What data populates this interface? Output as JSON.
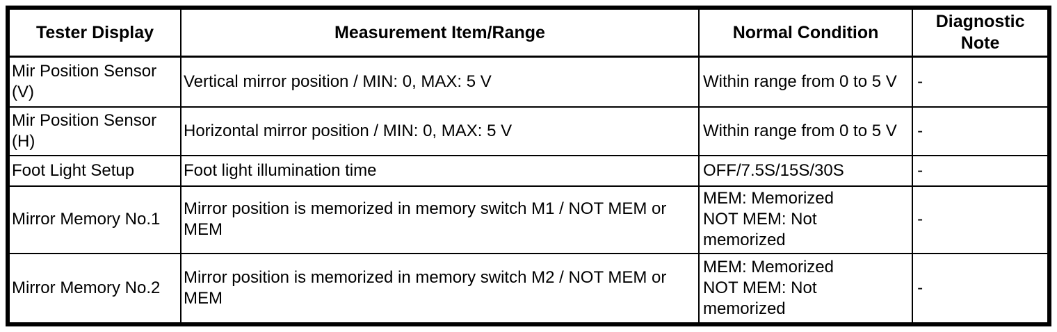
{
  "colors": {
    "border": "#000000",
    "background": "#ffffff",
    "text": "#000000"
  },
  "table": {
    "headers": [
      "Tester Display",
      "Measurement Item/Range",
      "Normal Condition",
      "Diagnostic\nNote"
    ],
    "rows": [
      {
        "tester_display": "Mir Position Sensor\n(V)",
        "measurement_item_range": "Vertical mirror position / MIN: 0, MAX: 5 V",
        "normal_condition": "Within range from 0 to 5 V",
        "diagnostic_note": "-"
      },
      {
        "tester_display": "Mir Position Sensor\n(H)",
        "measurement_item_range": "Horizontal mirror position / MIN: 0, MAX: 5 V",
        "normal_condition": "Within range from 0 to 5 V",
        "diagnostic_note": "-"
      },
      {
        "tester_display": "Foot Light Setup",
        "measurement_item_range": "Foot light illumination time",
        "normal_condition": "OFF/7.5S/15S/30S",
        "diagnostic_note": "-"
      },
      {
        "tester_display": "Mirror Memory No.1",
        "measurement_item_range": "Mirror position is memorized in memory switch M1 / NOT MEM or\nMEM",
        "normal_condition": "MEM: Memorized\nNOT MEM: Not\nmemorized",
        "diagnostic_note": "-"
      },
      {
        "tester_display": "Mirror Memory No.2",
        "measurement_item_range": "Mirror position is memorized in memory switch M2 / NOT MEM or\nMEM",
        "normal_condition": "MEM: Memorized\nNOT MEM: Not\nmemorized",
        "diagnostic_note": "-"
      }
    ]
  }
}
